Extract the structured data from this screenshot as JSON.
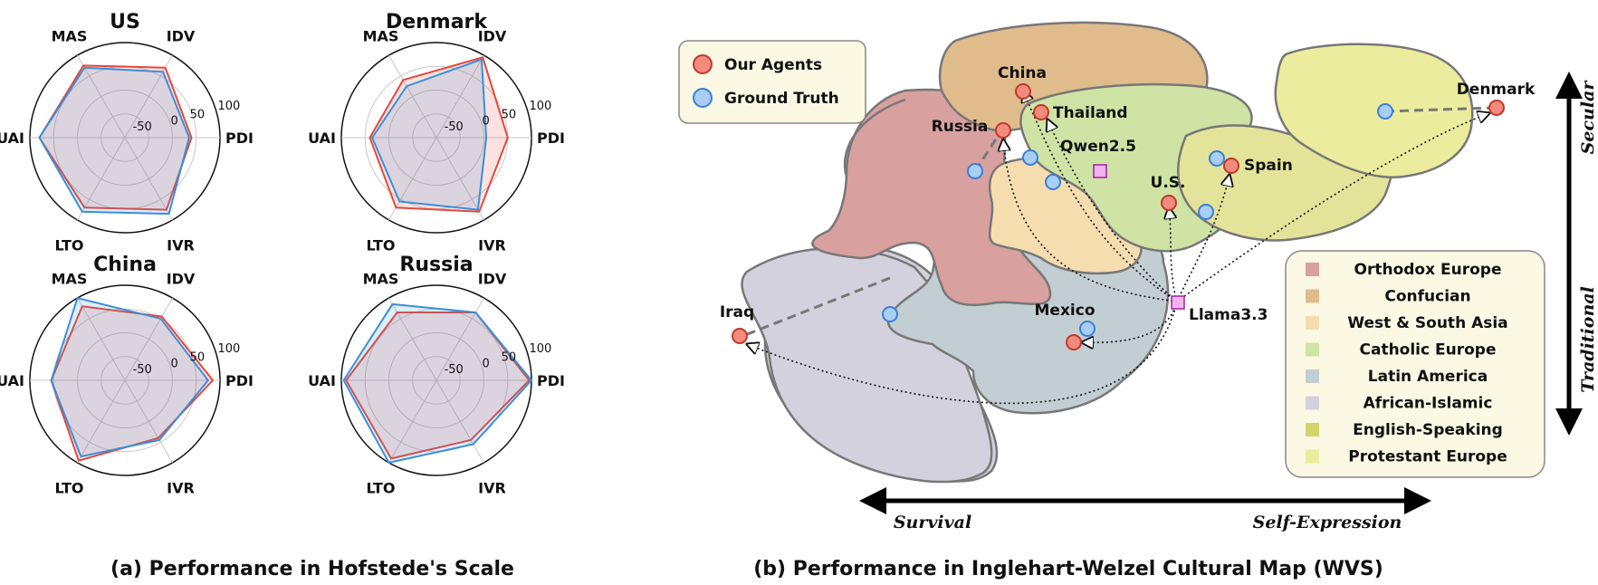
{
  "chart_data": [
    {
      "type": "radar",
      "title": "US",
      "axes": [
        "PDI",
        "IDV",
        "MAS",
        "UAI",
        "LTO",
        "IVR"
      ],
      "ticks": [
        "-50",
        "0",
        "50",
        "100"
      ],
      "range": [
        -100,
        100
      ],
      "series": [
        {
          "name": "Our Agents",
          "color": "#e5483e",
          "values": [
            40,
            70,
            75,
            80,
            70,
            75
          ]
        },
        {
          "name": "Ground Truth",
          "color": "#3a8fd8",
          "values": [
            35,
            60,
            70,
            80,
            80,
            85
          ]
        }
      ]
    },
    {
      "type": "radar",
      "title": "Denmark",
      "axes": [
        "PDI",
        "IDV",
        "MAS",
        "UAI",
        "LTO",
        "IVR"
      ],
      "ticks": [
        "-50",
        "0",
        "50",
        "100"
      ],
      "range": [
        -100,
        100
      ],
      "series": [
        {
          "name": "Our Agents",
          "color": "#e5483e",
          "values": [
            50,
            95,
            40,
            40,
            70,
            80
          ]
        },
        {
          "name": "Ground Truth",
          "color": "#3a8fd8",
          "values": [
            5,
            90,
            25,
            35,
            55,
            75
          ]
        }
      ]
    },
    {
      "type": "radar",
      "title": "China",
      "axes": [
        "PDI",
        "IDV",
        "MAS",
        "UAI",
        "LTO",
        "IVR"
      ],
      "ticks": [
        "-50",
        "0",
        "50",
        "100"
      ],
      "range": [
        -100,
        100
      ],
      "series": [
        {
          "name": "Our Agents",
          "color": "#e5483e",
          "values": [
            85,
            55,
            80,
            55,
            95,
            40
          ]
        },
        {
          "name": "Ground Truth",
          "color": "#3a8fd8",
          "values": [
            75,
            50,
            100,
            55,
            85,
            45
          ]
        }
      ]
    },
    {
      "type": "radar",
      "title": "Russia",
      "axes": [
        "PDI",
        "IDV",
        "MAS",
        "UAI",
        "LTO",
        "IVR"
      ],
      "ticks": [
        "-50",
        "0",
        "50",
        "100"
      ],
      "range": [
        -100,
        100
      ],
      "series": [
        {
          "name": "Our Agents",
          "color": "#e5483e",
          "values": [
            95,
            65,
            65,
            90,
            90,
            45
          ]
        },
        {
          "name": "Ground Truth",
          "color": "#3a8fd8",
          "values": [
            100,
            65,
            85,
            95,
            100,
            55
          ]
        }
      ]
    }
  ],
  "captions": {
    "left": "(a)  Performance in Hofstede's Scale",
    "right": "(b) Performance in  Inglehart-Welzel Cultural Map (WVS)"
  },
  "map": {
    "legend_top": [
      {
        "label": "Our Agents",
        "color": "#f28b7d",
        "stroke": "#c0392b"
      },
      {
        "label": "Ground Truth",
        "color": "#a9cdf5",
        "stroke": "#3a7fd8"
      }
    ],
    "regions": [
      {
        "label": "Orthodox Europe",
        "color": "#d9a0a0"
      },
      {
        "label": "Confucian",
        "color": "#e0bb8c"
      },
      {
        "label": "West & South Asia",
        "color": "#f6ddb0"
      },
      {
        "label": "Catholic Europe",
        "color": "#cfe3a4"
      },
      {
        "label": "Latin America",
        "color": "#c3ced3"
      },
      {
        "label": "African-Islamic",
        "color": "#d4d1de"
      },
      {
        "label": "English-Speaking",
        "color": "#d4d46c"
      },
      {
        "label": "Protestant Europe",
        "color": "#ecec9e"
      }
    ],
    "countries": [
      "Denmark",
      "China",
      "Thailand",
      "Russia",
      "Qwen2.5",
      "Spain",
      "U.S.",
      "Iraq",
      "Mexico",
      "Llama3.3"
    ],
    "x_axis": {
      "left": "Survival",
      "right": "Self-Expression"
    },
    "y_axis": {
      "top": "Secular",
      "bottom": "Traditional"
    }
  }
}
